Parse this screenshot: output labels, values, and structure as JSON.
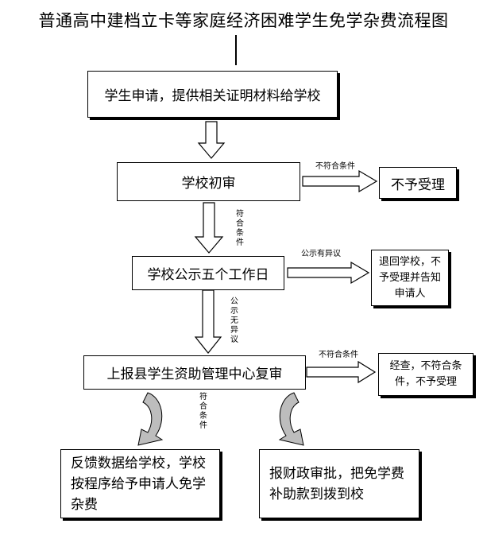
{
  "title": "普通高中建档立卡等家庭经济困难学生免学杂费流程图",
  "steps": {
    "apply": "学生申请，提供相关证明材料给学校",
    "initial_review": "学校初审",
    "publicity": "学校公示五个工作日",
    "county_review": "上报县学生资助管理中心复审"
  },
  "side_boxes": {
    "reject_initial": "不予受理",
    "return_school": "退回学校，不予受理并告知申请人",
    "reject_county": "经查，不符合条件，不予受理"
  },
  "outcomes": {
    "feedback": "反馈数据给学校，学校按程序给予申请人免学杂费",
    "finance": "报财政审批，把免学费补助款到拨到校"
  },
  "labels": {
    "not_qualified_1": "不符合条件",
    "qualified_1": "符合条件",
    "objection": "公示有异议",
    "no_objection": "公示无异议",
    "not_qualified_2": "不符合条件",
    "qualified_2": "符合条件"
  }
}
